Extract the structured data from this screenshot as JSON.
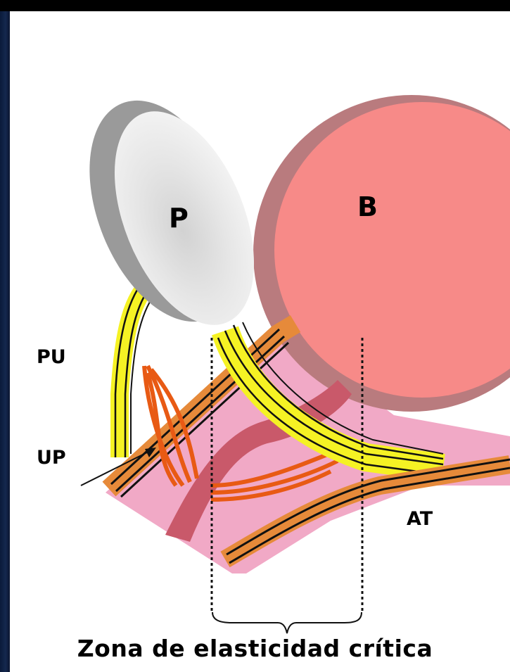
{
  "labels": {
    "p": "P",
    "b": "B",
    "pu": "PU",
    "up": "UP",
    "at": "AT"
  },
  "caption": "Zona de elasticidad crítica",
  "colors": {
    "bladder": "#f78a88",
    "bladder_rim": "#b97b7e",
    "pubis_face": "#e9e9e9",
    "pubis_rim": "#9a9a9a",
    "ligament": "#f5f224",
    "muscle": "#e85a14",
    "fascia_band": "#e68a3a",
    "pink_tissue": "#f1a9c6",
    "urethra": "#c9596a"
  }
}
